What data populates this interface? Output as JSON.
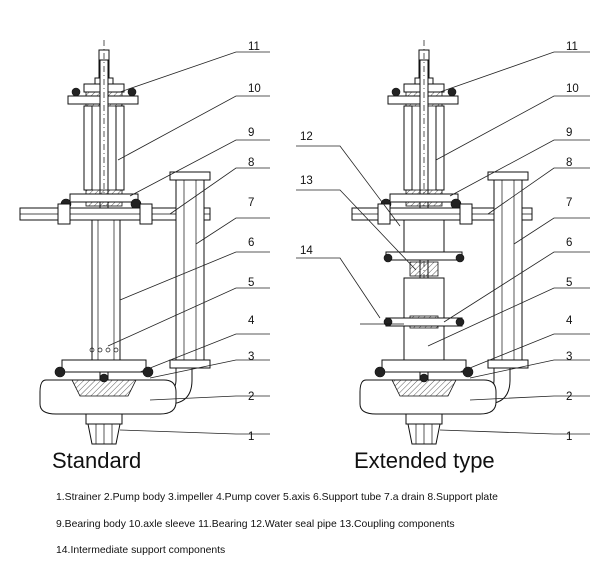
{
  "titles": {
    "standard": "Standard",
    "extended": "Extended type"
  },
  "callouts": {
    "standard": [
      "1",
      "2",
      "3",
      "4",
      "5",
      "6",
      "7",
      "8",
      "9",
      "10",
      "11"
    ],
    "extended": [
      "1",
      "2",
      "3",
      "4",
      "5",
      "6",
      "7",
      "8",
      "9",
      "10",
      "11",
      "12",
      "13",
      "14"
    ]
  },
  "legend": {
    "line1": "1.Strainer  2.Pump body  3.impeller  4.Pump cover  5.axis  6.Support tube  7.a drain  8.Support plate",
    "line2": "9.Bearing body  10.axle sleeve  11.Bearing  12.Water seal pipe  13.Coupling components",
    "line3": "14.Intermediate support components"
  }
}
